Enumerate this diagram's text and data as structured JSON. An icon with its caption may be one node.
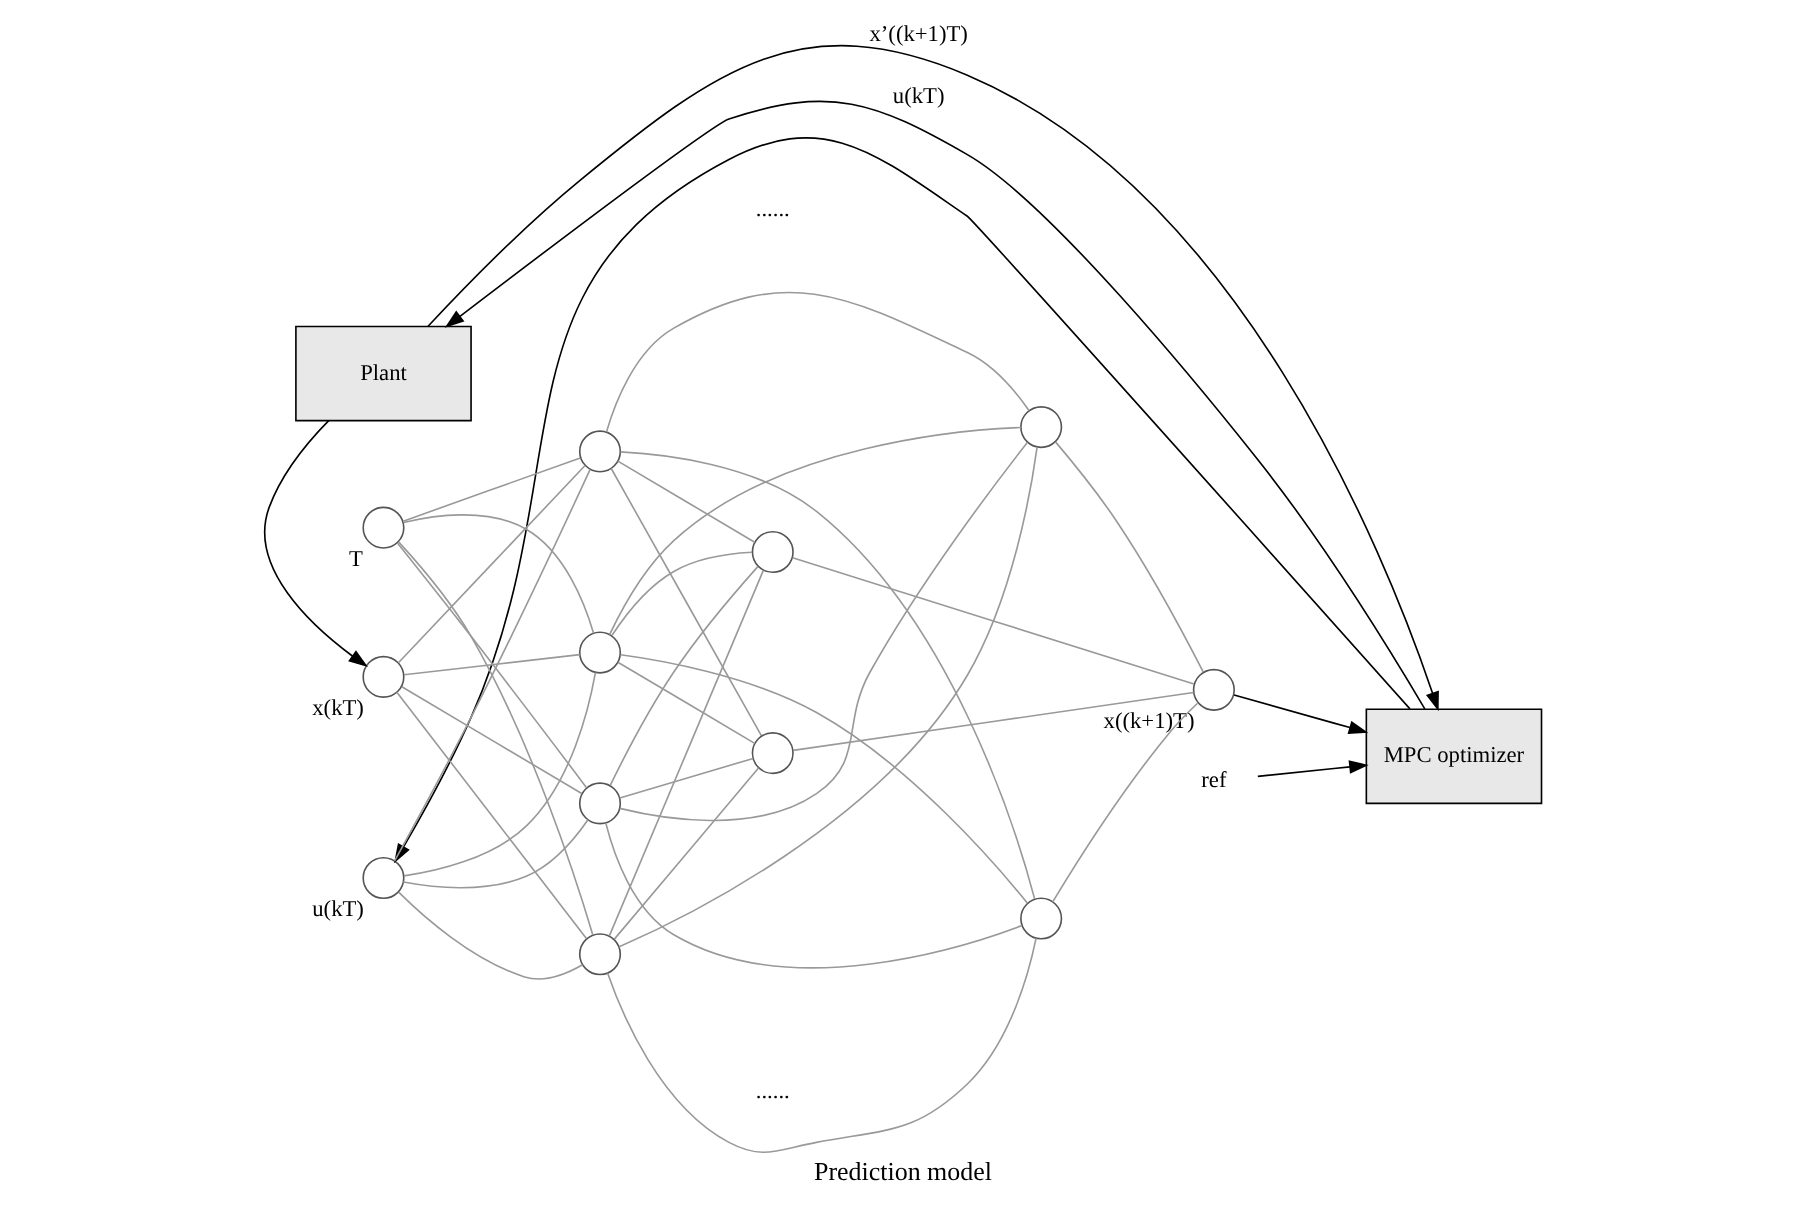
{
  "diagram": {
    "caption": "Prediction model",
    "nodes": [
      {
        "text": [
          "Plant"
        ]
      },
      {
        "text": [
          "MPC optimizer"
        ]
      },
      {
        "text": [
          "ref"
        ]
      },
      {
        "text": [],
        "shape": "circle",
        "beside": [
          "T"
        ]
      },
      {
        "text": [],
        "shape": "circle",
        "beside": [
          "x(kT)"
        ]
      },
      {
        "text": [],
        "shape": "circle",
        "beside": [
          "u(kT)"
        ]
      },
      {
        "text": [],
        "shape": "circle"
      },
      {
        "text": [],
        "shape": "circle"
      },
      {
        "text": [],
        "shape": "circle"
      },
      {
        "text": [],
        "shape": "circle"
      },
      {
        "text": [],
        "shape": "circle"
      },
      {
        "text": [],
        "shape": "circle"
      },
      {
        "text": [],
        "shape": "circle"
      },
      {
        "text": [],
        "shape": "circle"
      },
      {
        "text": [],
        "shape": "circle",
        "beside": [
          "x((k+1)T)"
        ]
      }
    ],
    "edges": [
      {
        "from": 3,
        "to": 6,
        "arrow": "none"
      },
      {
        "from": 3,
        "to": 7,
        "arrow": "none"
      },
      {
        "from": 3,
        "to": 8,
        "arrow": "none"
      },
      {
        "from": 3,
        "to": 9,
        "arrow": "none"
      },
      {
        "from": 4,
        "to": 6,
        "arrow": "none"
      },
      {
        "from": 4,
        "to": 7,
        "arrow": "none"
      },
      {
        "from": 4,
        "to": 8,
        "arrow": "none"
      },
      {
        "from": 4,
        "to": 9,
        "arrow": "none"
      },
      {
        "from": 5,
        "to": 6,
        "arrow": "none"
      },
      {
        "from": 5,
        "to": 7,
        "arrow": "none"
      },
      {
        "from": 5,
        "to": 8,
        "arrow": "none"
      },
      {
        "from": 5,
        "to": 9,
        "arrow": "none"
      },
      {
        "from": 6,
        "to": 10,
        "arrow": "none"
      },
      {
        "from": 6,
        "to": 11,
        "arrow": "none"
      },
      {
        "from": 6,
        "to": 12,
        "arrow": "none"
      },
      {
        "from": 6,
        "to": 13,
        "arrow": "none"
      },
      {
        "from": 7,
        "to": 10,
        "arrow": "none"
      },
      {
        "from": 7,
        "to": 11,
        "arrow": "none"
      },
      {
        "from": 7,
        "to": 12,
        "arrow": "none"
      },
      {
        "from": 7,
        "to": 13,
        "arrow": "none"
      },
      {
        "from": 8,
        "to": 10,
        "arrow": "none"
      },
      {
        "from": 8,
        "to": 11,
        "arrow": "none"
      },
      {
        "from": 8,
        "to": 12,
        "arrow": "none"
      },
      {
        "from": 8,
        "to": 13,
        "arrow": "none"
      },
      {
        "from": 9,
        "to": 10,
        "arrow": "none"
      },
      {
        "from": 9,
        "to": 11,
        "arrow": "none"
      },
      {
        "from": 9,
        "to": 12,
        "arrow": "none"
      },
      {
        "from": 9,
        "to": 13,
        "arrow": "none"
      },
      {
        "from": 10,
        "to": 14,
        "arrow": "none"
      },
      {
        "from": 11,
        "to": 14,
        "arrow": "none"
      },
      {
        "from": 12,
        "to": 14,
        "arrow": "none"
      },
      {
        "from": 13,
        "to": 14,
        "arrow": "none"
      },
      {
        "from": 14,
        "to": 1,
        "arrow": "to",
        "color": "#000000"
      },
      {
        "from": 2,
        "to": 1,
        "arrow": "to",
        "color": "#000000"
      },
      {
        "from": 1,
        "to": 0,
        "arrow": "to",
        "label": "u(kT)",
        "color": "#000000"
      },
      {
        "from": 1,
        "to": 5,
        "arrow": "to",
        "color": "#000000"
      },
      {
        "from": 0,
        "to": 1,
        "arrow": "to",
        "label": "x’((k+1)T)",
        "color": "#000000"
      },
      {
        "from": 0,
        "to": 4,
        "arrow": "to",
        "color": "#000000"
      }
    ],
    "labels": [
      "......",
      "......"
    ]
  }
}
